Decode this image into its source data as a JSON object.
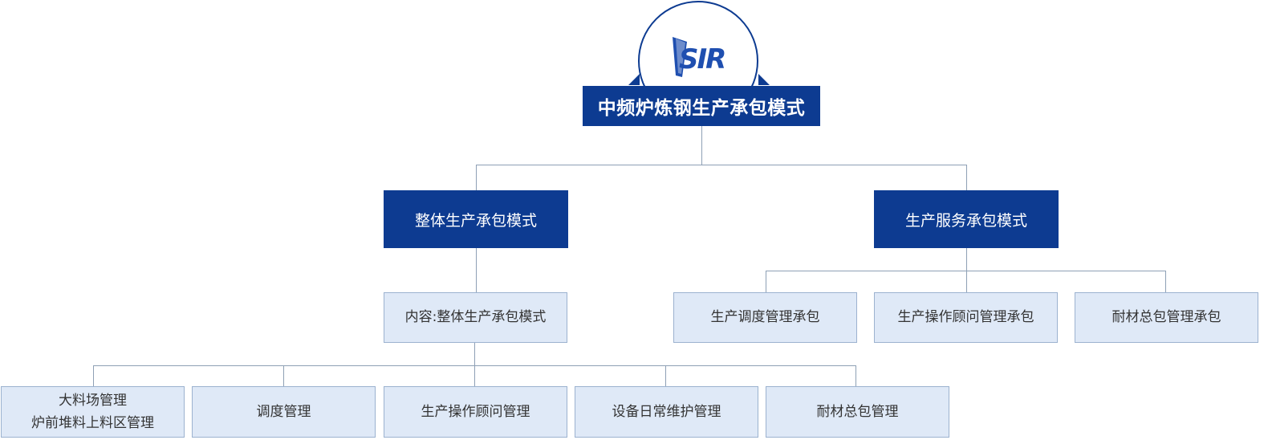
{
  "colors": {
    "primary": "#0d3b91",
    "leaf_background": "#dfe9f7",
    "leaf_border": "#9cb2cf",
    "connector": "#8ea0b5"
  },
  "logo": {
    "text": "SIR"
  },
  "root": {
    "label": "中频炉炼钢生产承包模式"
  },
  "branches": [
    {
      "label": "整体生产承包模式",
      "children": [
        {
          "label": "内容:整体生产承包模式",
          "children": [
            {
              "lines": [
                "大料场管理",
                "炉前堆料上料区管理"
              ]
            },
            {
              "lines": [
                "调度管理"
              ]
            },
            {
              "lines": [
                "生产操作顾问管理"
              ]
            },
            {
              "lines": [
                "设备日常维护管理"
              ]
            },
            {
              "lines": [
                "耐材总包管理"
              ]
            }
          ]
        }
      ]
    },
    {
      "label": "生产服务承包模式",
      "children": [
        {
          "label": "生产调度管理承包"
        },
        {
          "label": "生产操作顾问管理承包"
        },
        {
          "label": "耐材总包管理承包"
        }
      ]
    }
  ]
}
